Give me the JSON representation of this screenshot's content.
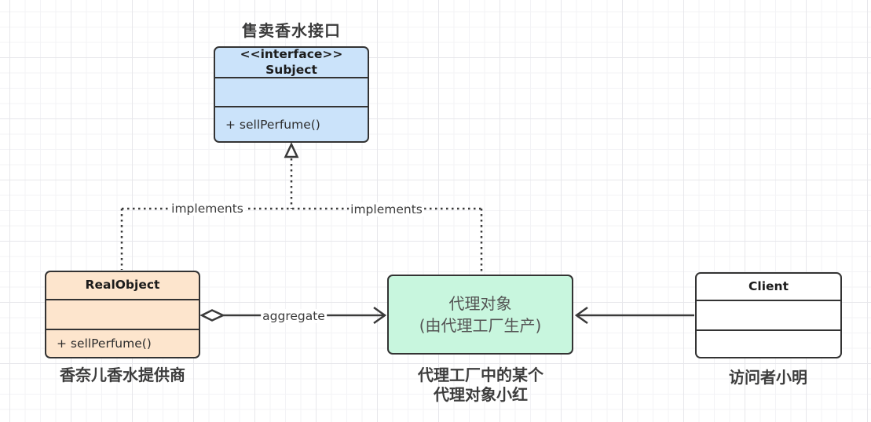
{
  "interface_class": {
    "title": "售卖香水接口",
    "stereotype": "<<interface>>",
    "name": "Subject",
    "method": "+ sellPerfume()",
    "fill": "#cbe3fa"
  },
  "real_object_class": {
    "name": "RealObject",
    "method": "+ sellPerfume()",
    "caption": "香奈儿香水提供商",
    "fill": "#fde5cd"
  },
  "proxy_object": {
    "line1": "代理对象",
    "line2": "(由代理工厂生产)",
    "caption_line1": "代理工厂中的某个",
    "caption_line2": "代理对象小红",
    "fill": "#c8f6de"
  },
  "client_class": {
    "name": "Client",
    "caption": "访问者小明",
    "fill": "#ffffff"
  },
  "edges": {
    "implements_left_label": "implements",
    "implements_right_label": "implements",
    "aggregate_label": "aggregate"
  },
  "colors": {
    "connector_stroke": "#3a3a3a",
    "box_border": "#333333",
    "grid_minor": "#f3f3f6",
    "grid_major": "#e7e7eb"
  }
}
